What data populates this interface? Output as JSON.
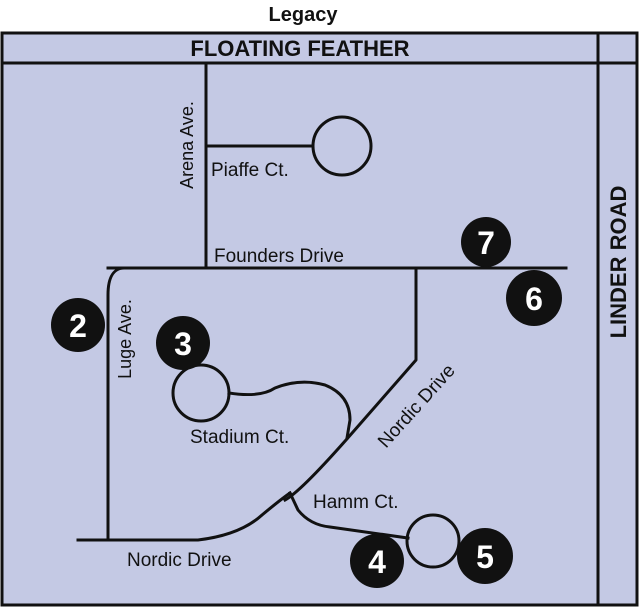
{
  "title": "Legacy",
  "colors": {
    "background": "#ffffff",
    "map_fill": "#c4c9e4",
    "road": "#111111",
    "marker_fill": "#111111",
    "marker_text": "#ffffff"
  },
  "map": {
    "top_road": "FLOATING FEATHER",
    "side_road": "LINDER ROAD",
    "streets": {
      "arena_ave": "Arena Ave.",
      "piaffe_ct": "Piaffe Ct.",
      "founders_drive": "Founders Drive",
      "luge_ave": "Luge Ave.",
      "stadium_ct": "Stadium Ct.",
      "nordic_drive_diag": "Nordic Drive",
      "hamm_ct": "Hamm Ct.",
      "nordic_drive_bottom": "Nordic Drive"
    },
    "markers": [
      {
        "id": "7",
        "label": "7"
      },
      {
        "id": "6",
        "label": "6"
      },
      {
        "id": "2",
        "label": "2"
      },
      {
        "id": "3",
        "label": "3"
      },
      {
        "id": "4",
        "label": "4"
      },
      {
        "id": "5",
        "label": "5"
      }
    ]
  }
}
